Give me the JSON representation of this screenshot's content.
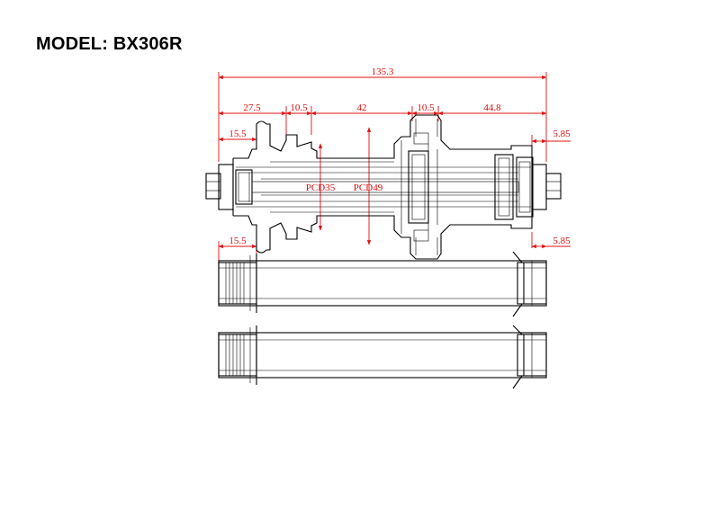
{
  "title": "MODEL:  BX306R",
  "colors": {
    "dimension": "#e01010",
    "outline": "#000000",
    "background": "#ffffff"
  },
  "dimensions": {
    "overall": "135.3",
    "d1": "27.5",
    "d2": "10.5",
    "d3": "42",
    "d4": "10.5",
    "d5": "44.8",
    "left_offset": "15.5",
    "right_offset": "5.85",
    "pcd_small": "PCD35",
    "pcd_large": "PCD49",
    "axle1_left": "15.5",
    "axle1_right": "5.85"
  }
}
